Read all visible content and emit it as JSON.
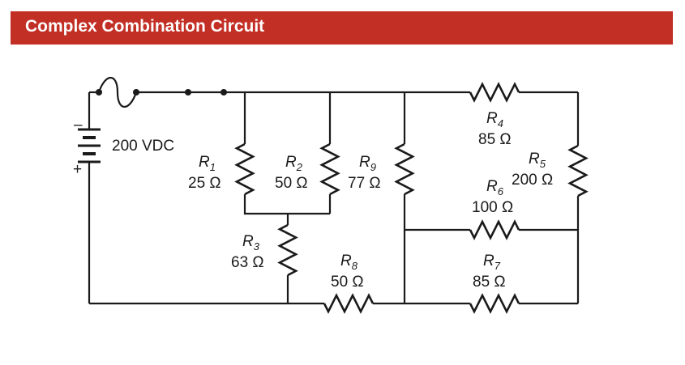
{
  "header": {
    "title": "Complex Combination Circuit",
    "background_color": "#c22f25",
    "text_color": "#ffffff"
  },
  "source": {
    "label": "200 VDC",
    "negative": "–",
    "positive": "+"
  },
  "resistors": [
    {
      "id": "R1",
      "name": "R",
      "sub": "1",
      "value": "25 Ω"
    },
    {
      "id": "R2",
      "name": "R",
      "sub": "2",
      "value": "50 Ω"
    },
    {
      "id": "R3",
      "name": "R",
      "sub": "3",
      "value": "63 Ω"
    },
    {
      "id": "R4",
      "name": "R",
      "sub": "4",
      "value": "85 Ω"
    },
    {
      "id": "R5",
      "name": "R",
      "sub": "5",
      "value": "200 Ω"
    },
    {
      "id": "R6",
      "name": "R",
      "sub": "6",
      "value": "100 Ω"
    },
    {
      "id": "R7",
      "name": "R",
      "sub": "7",
      "value": "85 Ω"
    },
    {
      "id": "R8",
      "name": "R",
      "sub": "8",
      "value": "50 Ω"
    },
    {
      "id": "R9",
      "name": "R",
      "sub": "9",
      "value": "77 Ω"
    }
  ]
}
